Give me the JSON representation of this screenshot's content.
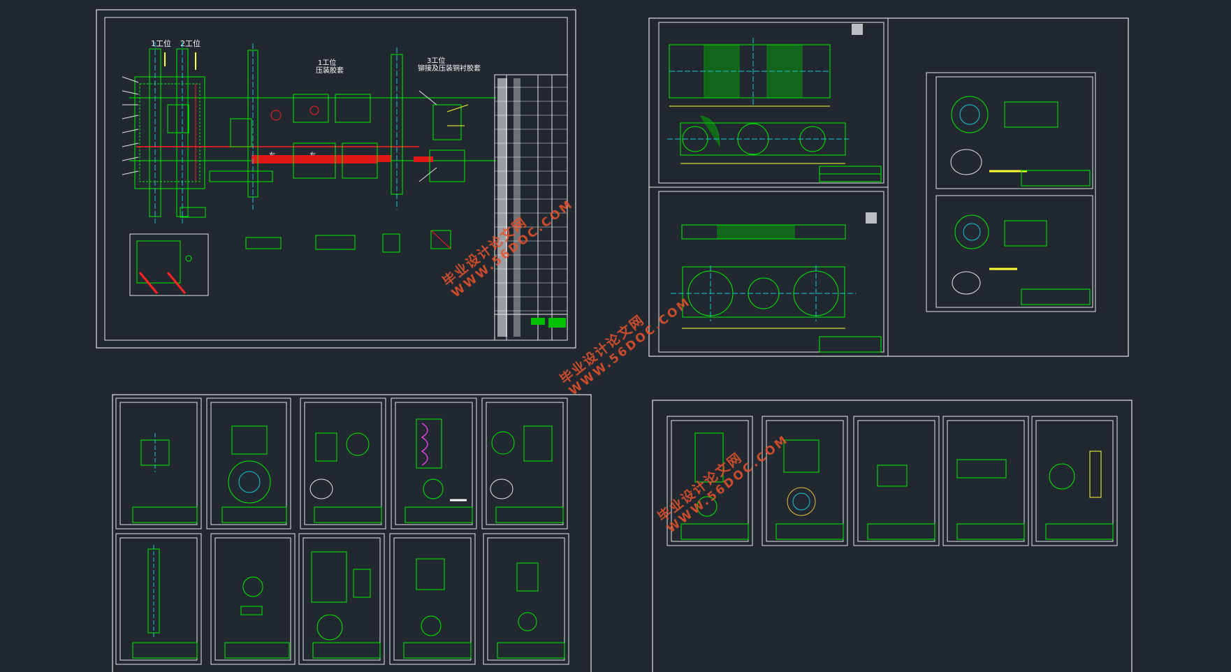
{
  "main_assembly": {
    "station_labels": [
      "1工位",
      "2工位"
    ],
    "callout_1": {
      "line1": "1工位",
      "line2": "压装胶套"
    },
    "callout_3": {
      "line1": "3工位",
      "line2": "铆接及压装铜衬胶套"
    },
    "left_marks": [
      "右",
      "右"
    ]
  },
  "watermarks": [
    {
      "cn": "毕业设计论文网",
      "url": "WWW.56DOC.COM"
    },
    {
      "cn": "毕业设计论文网",
      "url": "WWW.56DOC.COM"
    },
    {
      "cn": "毕业设计论文网",
      "url": "WWW.56DOC.COM"
    }
  ],
  "colors": {
    "background": "#212830",
    "frame": "#e6e6e6",
    "part_line": "#00f000",
    "center_line": "#18c8d8",
    "dimension": "#ffff33",
    "highlight": "#ff2020",
    "magenta": "#e040e0",
    "watermark": "#e8532c"
  }
}
